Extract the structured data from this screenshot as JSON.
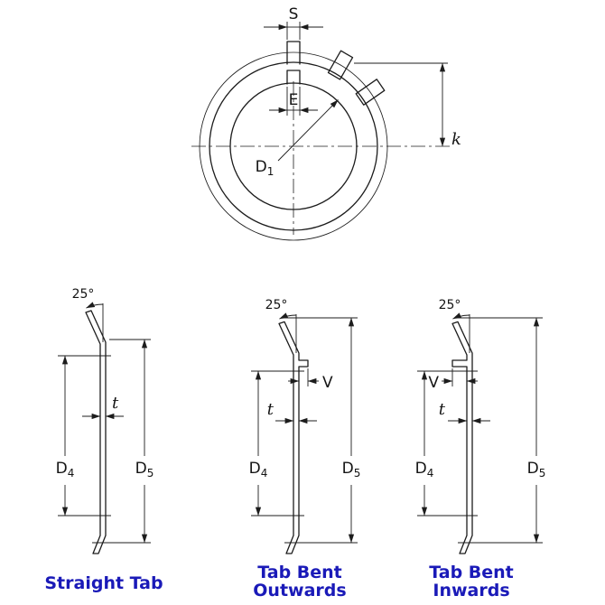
{
  "colors": {
    "line": "#1c1c1c",
    "caption": "#1a1ab8"
  },
  "front_view": {
    "dim_s": "S",
    "dim_e": "E",
    "dim_d1": {
      "base": "D",
      "sub": "1"
    },
    "dim_k": "k"
  },
  "side_views": {
    "angle_label": "25°",
    "straight": {
      "caption": "Straight Tab",
      "dim_d4": {
        "base": "D",
        "sub": "4"
      },
      "dim_d5": {
        "base": "D",
        "sub": "5"
      },
      "dim_t": "t"
    },
    "outwards": {
      "caption_line1": "Tab Bent",
      "caption_line2": "Outwards",
      "dim_d4": {
        "base": "D",
        "sub": "4"
      },
      "dim_d5": {
        "base": "D",
        "sub": "5"
      },
      "dim_t": "t",
      "dim_v": "V"
    },
    "inwards": {
      "caption_line1": "Tab Bent",
      "caption_line2": "Inwards",
      "dim_d4": {
        "base": "D",
        "sub": "4"
      },
      "dim_d5": {
        "base": "D",
        "sub": "5"
      },
      "dim_t": "t",
      "dim_v": "V"
    }
  }
}
